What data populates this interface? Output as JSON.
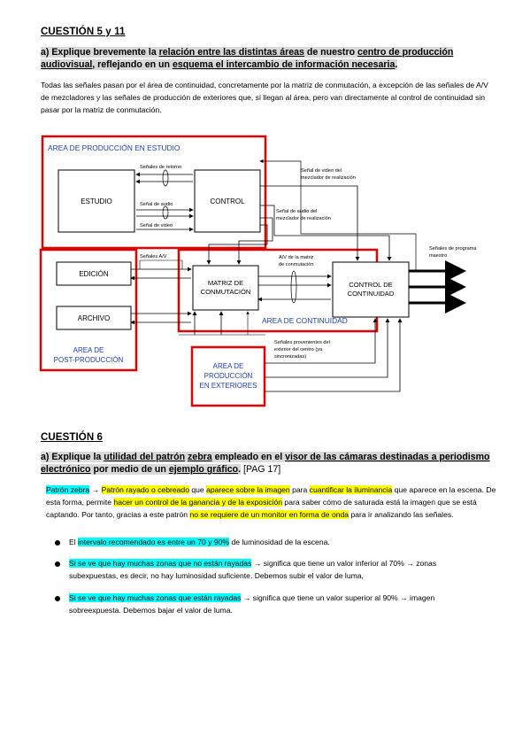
{
  "section1": {
    "heading": "CUESTIÓN 5 y 11",
    "q_label": "a) Explique brevemente la ",
    "q_u1": "relación entre las distintas áreas",
    "q_mid": " de nuestro ",
    "q_u2": "centro de producción audiovisual",
    "q_mid2": ", reflejando en un ",
    "q_u3": "esquema el intercambio de información necesaria",
    "q_end": ".",
    "paragraph": "Todas las señales pasan por el área de continuidad, concretamente por la matriz de conmutación, a excepción de las señales de A/V de mezcladores y las señales de producción de exteriores que, si llegan al área, pero van directamente al control de continuidad sin pasar por la matriz de conmutación."
  },
  "diagram": {
    "area_estudio": "AREA DE PRODUCCIÓN EN ESTUDIO",
    "estudio": "ESTUDIO",
    "control": "CONTROL",
    "senales_retorno": "Señales de retorno",
    "senal_audio": "Señal de audio",
    "senal_video": "Señal de video",
    "video_mezclador_1": "Señal de video del",
    "video_mezclador_2": "mezclador de realización",
    "audio_mezclador_1": "Señal de audio del",
    "audio_mezclador_2": "mezclador de realización",
    "senales_programa_1": "Señales de programa",
    "senales_programa_2": "maestro",
    "senales_av": "Señales A/V",
    "edicion": "EDICIÓN",
    "archivo": "ARCHIVO",
    "matriz_1": "MATRIZ DE",
    "matriz_2": "CONMUTACIÓN",
    "av_matriz_1": "A/V de la matriz",
    "av_matriz_2": "de conmutación",
    "control_cont_1": "CONTROL DE",
    "control_cont_2": "CONTINUIDAD",
    "area_continuidad": "AREA DE CONTINUIDAD",
    "area_post_1": "AREA DE",
    "area_post_2": "POST-PRODUCCIÓN",
    "exteriores_senales_1": "Señales provenientes del",
    "exteriores_senales_2": "exterior del centro (ya",
    "exteriores_senales_3": "sincronizadas)",
    "area_ext_1": "AREA DE",
    "area_ext_2": "PRODUCCIÓN",
    "area_ext_3": "EN EXTERIORES"
  },
  "section2": {
    "heading": "CUESTIÓN 6",
    "q_label": "a) Explique la ",
    "q_u1": "utilidad del patrón",
    "q_sp": " ",
    "q_u2": "zebra",
    "q_mid": " empleado en el ",
    "q_u3": "visor de las cámaras destinadas a periodismo electrónico",
    "q_mid2": " por medio de un ",
    "q_u4": "ejemplo gráfico",
    "q_end": ".",
    "q_page": "  [PAG 17]",
    "p_a": "Patrón zebra",
    "p_b": " → ",
    "p_c": "Patrón rayado o cebreado",
    "p_d": " que ",
    "p_e": "aparece sobre la imagen",
    "p_f": " para ",
    "p_g": "cuantificar la iluminancia",
    "p_h": " que aparece en la escena. De esta forma, permite ",
    "p_i": "hacer un control de la ganancia y de la exposición",
    "p_j": " para saber cómo de saturada está la imagen que se está captando. Por tanto, gracias a este patrón ",
    "p_k": "no se requiere de un monitor en forma de onda",
    "p_l": " para ir analizando las señales.",
    "b1_a": "El ",
    "b1_b": "intervalo recomendado es entre un 70 y 90%",
    "b1_c": " de luminosidad de la escena.",
    "b2_a": "Si se ve que hay muchas zonas que no están rayadas",
    "b2_b": " → significa que tiene un valor inferior al 70% → zonas subexpuestas, es decir, no hay luminosidad suficiente. Debemos subir el valor de luma,",
    "b3_a": "Si se ve que hay muchas zonas que están rayadas",
    "b3_b": " → significa que tiene un valor superior al 90% → imagen sobreexpuesta. Debemos bajar el valor de luma."
  }
}
